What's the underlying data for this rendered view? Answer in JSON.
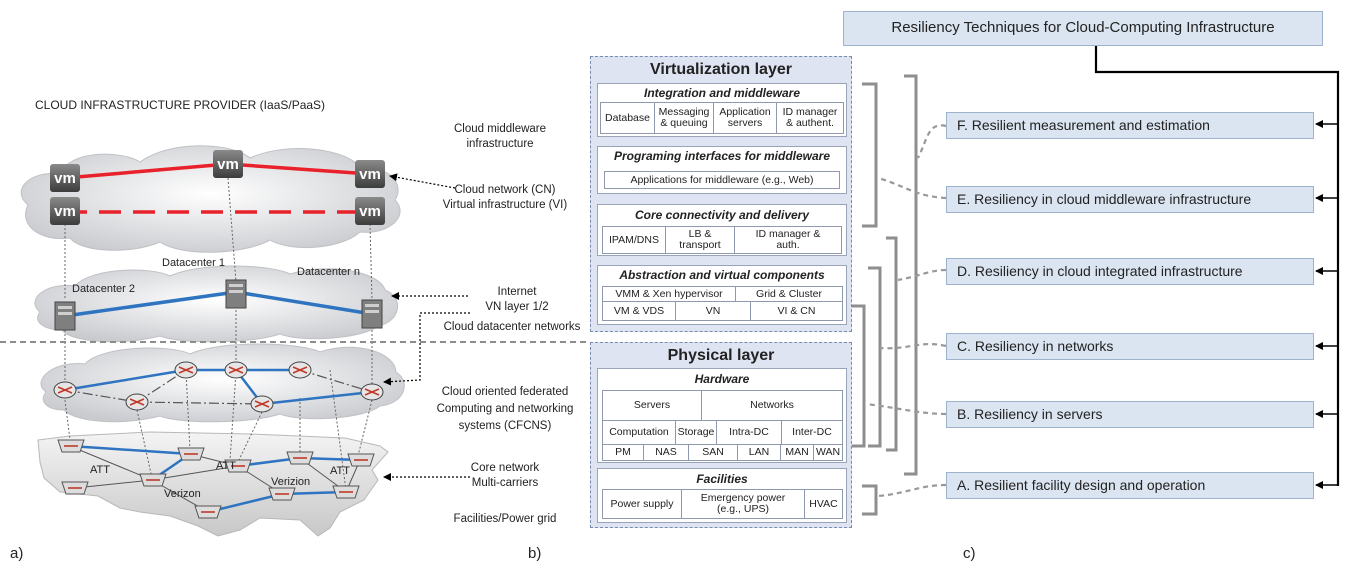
{
  "panel_a": {
    "title": "CLOUD INFRASTRUCTURE PROVIDER (IaaS/PaaS)",
    "vm_label": "vm",
    "datacenters": [
      "Datacenter 1",
      "Datacenter 2",
      "Datacenter n"
    ],
    "carriers": [
      "ATT",
      "ATT",
      "ATT",
      "Verizon",
      "Verizion"
    ],
    "layer_labels": [
      [
        "Cloud middleware",
        "infrastructure"
      ],
      [
        "Cloud network (CN)",
        "Virtual infrastructure (VI)"
      ],
      [
        "Internet",
        "VN layer 1/2"
      ],
      [
        "Cloud datacenter networks"
      ],
      [
        "Cloud oriented federated",
        "Computing and networking",
        "systems (CFCNS)"
      ],
      [
        "Core network",
        "Multi-carriers"
      ],
      [
        "Facilities/Power grid"
      ]
    ],
    "letter": "a)"
  },
  "panel_b": {
    "virtualization": {
      "title": "Virtualization layer",
      "integration": {
        "title": "Integration and middleware",
        "cells": [
          [
            "Database"
          ],
          [
            "Messaging",
            "& queuing"
          ],
          [
            "Application",
            "servers"
          ],
          [
            "ID manager",
            " &  authent."
          ]
        ]
      },
      "programming": {
        "title": "Programing interfaces for middleware",
        "cell": "Applications for middleware (e.g., Web)"
      },
      "core": {
        "title": "Core connectivity and delivery",
        "cells": [
          [
            "IPAM/DNS"
          ],
          [
            "LB &",
            "transport"
          ],
          [
            "ID manager &",
            "auth."
          ]
        ]
      },
      "abstraction": {
        "title": "Abstraction and virtual components",
        "row1": [
          "VMM & Xen hypervisor",
          "Grid & Cluster"
        ],
        "row2": [
          "VM  & VDS",
          "VN",
          "VI & CN"
        ]
      }
    },
    "physical": {
      "title": "Physical layer",
      "hardware": {
        "title": "Hardware",
        "row1": [
          "Servers",
          "Networks"
        ],
        "row2": [
          "Computation",
          "Storage",
          "Intra-DC",
          "Inter-DC"
        ],
        "row3": [
          "PM",
          "NAS",
          "SAN",
          "LAN",
          "MAN",
          "WAN"
        ]
      },
      "facilities": {
        "title": "Facilities",
        "cells": [
          [
            "Power supply"
          ],
          [
            "Emergency power",
            "(e.g., UPS)"
          ],
          [
            "HVAC"
          ]
        ]
      }
    },
    "letter": "b)"
  },
  "panel_c": {
    "title": "Resiliency Techniques for Cloud-Computing Infrastructure",
    "items": [
      "F. Resilient measurement and estimation",
      "E. Resiliency in cloud middleware infrastructure",
      "D. Resiliency in cloud integrated infrastructure",
      "C. Resiliency in networks",
      "B. Resiliency in servers",
      "A. Resilient facility design and operation"
    ],
    "letter": "c)"
  },
  "colors": {
    "vm_link_red": "#e8212a",
    "dc_link_blue": "#2f74c0",
    "box_fill": "#dbe5f1",
    "layer_fill": "#dfe4f2",
    "dashed_gray": "#8c8c8c"
  }
}
